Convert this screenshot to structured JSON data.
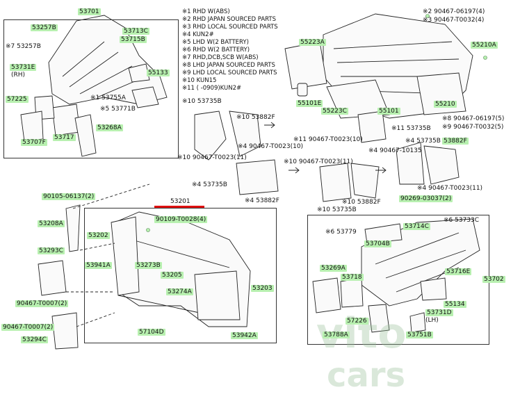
{
  "notes": [
    "※1 RHD W(ABS)",
    "※2 RHD JAPAN SOURCED PARTS",
    "※3 RHD LOCAL SOURCED PARTS",
    "※4 KUN2#",
    "※5 LHD W(2 BATTERY)",
    "※6 RHD W(2 BATTERY)",
    "※7 RHD,DCB,SCB W(ABS)",
    "※8 LHD JAPAN SOURCED PARTS",
    "※9 LHD LOCAL SOURCED PARTS",
    "※10 KUN15",
    "※11 (      -0909)KUN2#"
  ],
  "labels": {
    "p53701": "53701",
    "p53257B_a": "53257B",
    "p53713C": "53713C",
    "p53715B": "53715B",
    "p53257B_b": "※7 53257B",
    "p53731E": "53731E",
    "rh": "(RH)",
    "p55133": "55133",
    "p57225": "57225",
    "p53755A": "※1 53755A",
    "p53771B": "※5 53771B",
    "p53268A": "53268A",
    "p53717": "53717",
    "p53707F": "53707F",
    "p90467_06197_4": "※2 90467-06197(4)",
    "p90467_T0032_4": "※3 90467-T0032(4)",
    "p55223A": "55223A",
    "p55210A": "55210A",
    "p55101E": "55101E",
    "p55223C": "55223C",
    "p55101": "55101",
    "p55210": "55210",
    "p90467_06197_5": "※8 90467-06197(5)",
    "p90467_T0032_5": "※9 90467-T0032(5)",
    "p53735B_a": "※10 53735B",
    "p53882F_a": "※10 53882F",
    "p90467_T0023_10_a": "※11 90467-T0023(10)",
    "p53735B_b": "※11 53735B",
    "p90467_T0023_10_b": "※4 90467-T0023(10)",
    "p53735B_c": "※4 53735B",
    "p90467_T0023_11_a": "※10 90467-T0023(11)",
    "p90467_T0023_11_b": "※10 90467-T0023(11)",
    "p90467_10135": "※4 90467-10135",
    "p53882F_b": "53882F",
    "p53735B_d": "※4 53735B",
    "p53882F_c": "※4 53882F",
    "p90467_T0023_11_c": "※4 90467-T0023(11)",
    "p53735B_e": "※10 53735B",
    "p53882F_d": "※10 53882F",
    "p90269_03037": "90269-03037(2)",
    "p90105_06137": "90105-06137(2)",
    "p53201": "53201",
    "p53208A": "53208A",
    "p90109_T0028": "90109-T0028(4)",
    "p53202": "53202",
    "p53293C": "53293C",
    "p53941A": "53941A",
    "p53273B": "53273B",
    "p53205": "53205",
    "p53203": "53203",
    "p53274A": "53274A",
    "p90467_T0007_2a": "90467-T0007(2)",
    "p57104D": "57104D",
    "p90467_T0007_2b": "90467-T0007(2)",
    "p53942A": "53942A",
    "p53294C": "53294C",
    "p53779": "※6 53779",
    "p53733C": "※6 53733C",
    "p53714C": "53714C",
    "p53704B": "53704B",
    "p53269A": "53269A",
    "p53716E": "53716E",
    "p53718": "53718",
    "p53702": "53702",
    "p55134": "55134",
    "p53731D": "53731D",
    "lh": "(LH)",
    "p57226": "57226",
    "p53788A": "53788A",
    "p53751B": "53751B"
  },
  "watermark": {
    "line1": "vito",
    "line2": "cars"
  },
  "colors": {
    "label_bg": "#b8f0b0",
    "line": "#222222",
    "accent_bar": "#e01010",
    "watermark": "#96be96"
  }
}
